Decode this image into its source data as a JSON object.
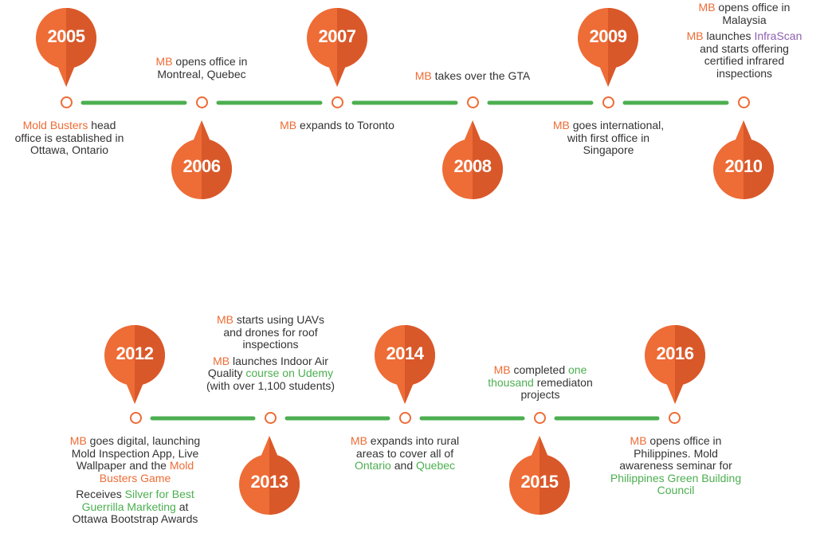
{
  "colors": {
    "accent": "#ee6c36",
    "accent_dark": "#d9582a",
    "line": "#4caf50",
    "link_green": "#4caf50",
    "link_purple": "#8e5fb0",
    "text": "#333333"
  },
  "events": {
    "e2005": {
      "year": "2005",
      "parts": [
        {
          "t": "Mold Busters",
          "c": "o"
        },
        {
          "t": " head office is established in Ottawa, Ontario"
        }
      ]
    },
    "e2006": {
      "year": "2006",
      "parts": [
        {
          "t": "MB",
          "c": "o"
        },
        {
          "t": " opens office in Montreal, Quebec"
        }
      ]
    },
    "e2007": {
      "year": "2007",
      "parts": [
        {
          "t": "MB",
          "c": "o"
        },
        {
          "t": " expands to Toronto"
        }
      ]
    },
    "e2008": {
      "year": "2008",
      "parts": [
        {
          "t": "MB",
          "c": "o"
        },
        {
          "t": " takes over the GTA"
        }
      ]
    },
    "e2009": {
      "year": "2009",
      "parts": [
        {
          "t": "MB",
          "c": "o"
        },
        {
          "t": " goes international, with first office in Singapore"
        }
      ]
    },
    "e2010": {
      "year": "2010",
      "parts": [
        {
          "t": "MB",
          "c": "o"
        },
        {
          "t": " opens office in Malaysia"
        }
      ],
      "parts2": [
        {
          "t": "MB",
          "c": "o"
        },
        {
          "t": " launches "
        },
        {
          "t": "InfraScan",
          "c": "p"
        },
        {
          "t": " and starts offering certified infrared inspections"
        }
      ]
    },
    "e2012": {
      "year": "2012",
      "parts": [
        {
          "t": "MB",
          "c": "o"
        },
        {
          "t": " goes digital, launching Mold Inspection App, Live Wallpaper and the "
        },
        {
          "t": "Mold Busters Game",
          "c": "o"
        }
      ],
      "parts2": [
        {
          "t": "Receives "
        },
        {
          "t": "Silver for Best Guerrilla Marketing",
          "c": "g"
        },
        {
          "t": " at Ottawa Bootstrap Awards"
        }
      ]
    },
    "e2013": {
      "year": "2013",
      "parts": [
        {
          "t": "MB",
          "c": "o"
        },
        {
          "t": " starts using UAVs and drones for roof inspections"
        }
      ],
      "parts2": [
        {
          "t": "MB",
          "c": "o"
        },
        {
          "t": " launches Indoor Air Quality "
        },
        {
          "t": "course on Udemy",
          "c": "g"
        },
        {
          "t": " (with over 1,100 students)"
        }
      ]
    },
    "e2014": {
      "year": "2014",
      "parts": [
        {
          "t": "MB",
          "c": "o"
        },
        {
          "t": " expands into rural areas to cover all of "
        },
        {
          "t": "Ontario",
          "c": "g"
        },
        {
          "t": " and "
        },
        {
          "t": "Quebec",
          "c": "g"
        }
      ]
    },
    "e2015": {
      "year": "2015",
      "parts": [
        {
          "t": "MB",
          "c": "o"
        },
        {
          "t": " completed "
        },
        {
          "t": "one thousand",
          "c": "g"
        },
        {
          "t": " remediaton projects"
        }
      ]
    },
    "e2016": {
      "year": "2016",
      "parts": [
        {
          "t": "MB",
          "c": "o"
        },
        {
          "t": " opens office in Philippines. Mold awareness seminar for "
        },
        {
          "t": "Philippines Green Building Council",
          "c": "g"
        }
      ]
    }
  }
}
